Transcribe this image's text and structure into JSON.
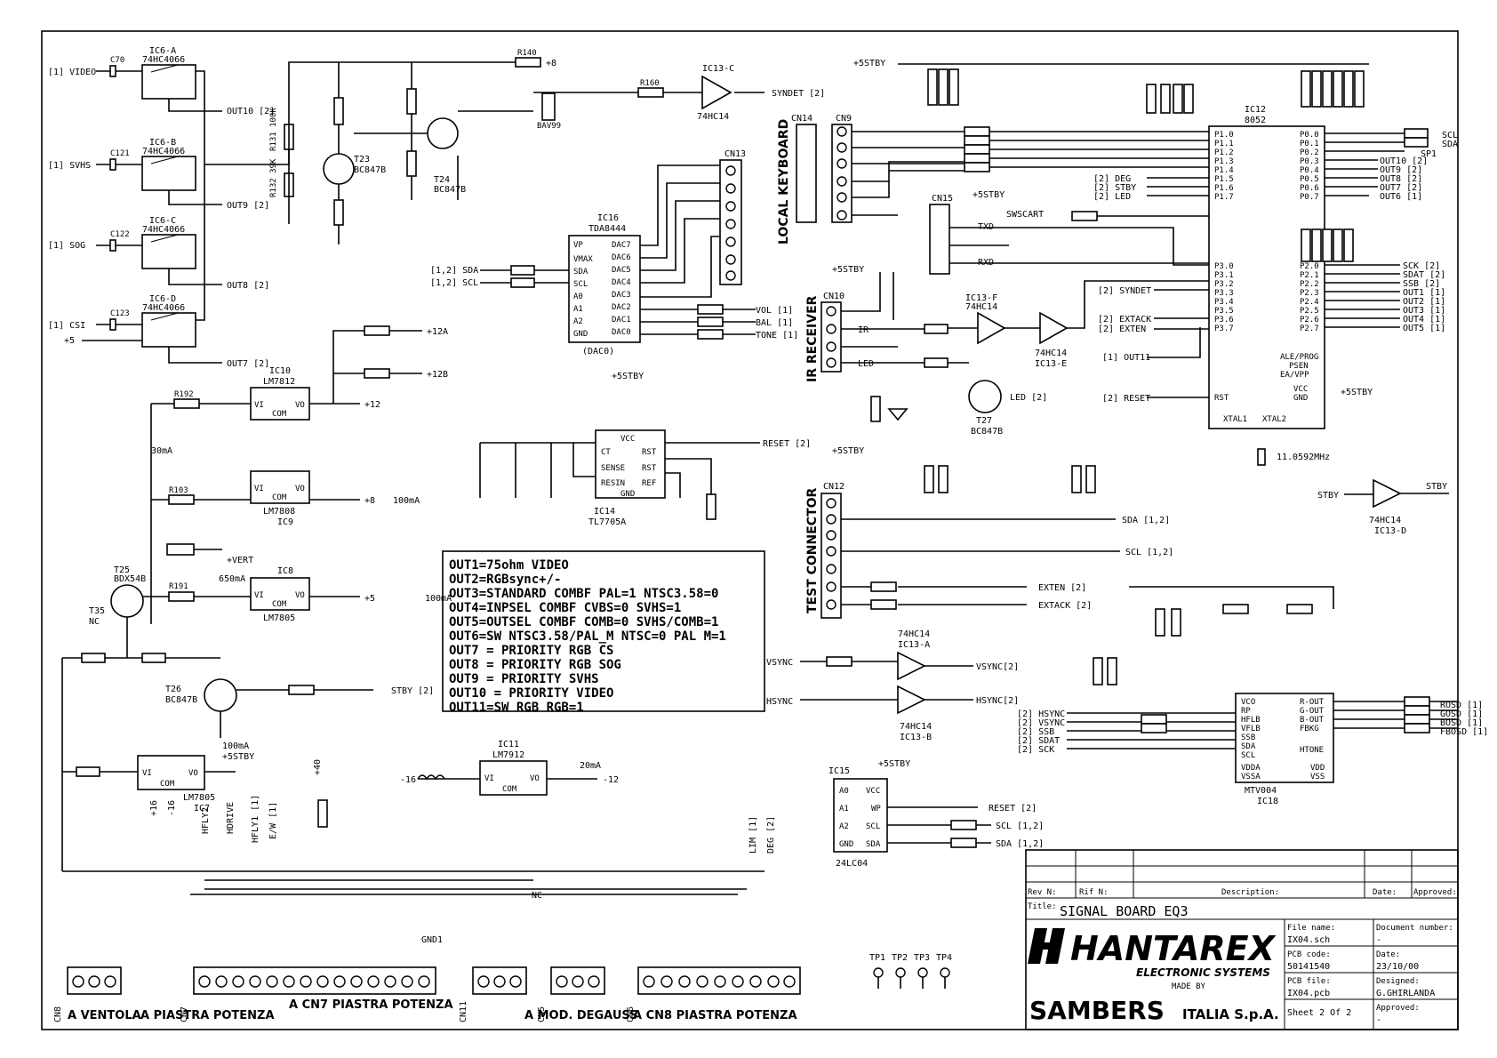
{
  "title_block": {
    "title_label": "Title:",
    "title": "SIGNAL BOARD EQ3",
    "rev_label": "Rev N:",
    "rif_label": "Rif N:",
    "description_label": "Description:",
    "date_label": "Date:",
    "approved_label": "Approved:",
    "file_name_label": "File name:",
    "file_name": "IX04.sch",
    "pcb_code_label": "PCB code:",
    "pcb_code": "50141540",
    "pcb_file_label": "PCB file:",
    "pcb_file": "IX04.pcb",
    "sheet": "Sheet  2  Of  2",
    "document_number_label": "Document number:",
    "document_number": "-",
    "date_label2": "Date:",
    "date": "23/10/00",
    "designed_label": "Designed:",
    "designed": "G.GHIRLANDA",
    "approved_label2": "Approved:",
    "approved": "-",
    "brand": "HANTAREX",
    "brand_sub": "ELECTRONIC SYSTEMS",
    "made_by": "MADE BY",
    "maker": "SAMBERS",
    "maker_sub": "ITALIA S.p.A."
  },
  "notes": [
    "OUT1=75ohm VIDEO",
    "OUT2=RGBsync+/-",
    "OUT3=STANDARD COMBF   PAL=1 NTSC3.58=0",
    "OUT4=INPSEL COMBF   CVBS=0 SVHS=1",
    "OUT5=OUTSEL COMBF COMB=0 SVHS/COMB=1",
    "OUT6=SW NTSC3.58/PAL_M NTSC=0 PAL M=1",
    "OUT7 = PRIORITY RGB CS",
    "OUT8 = PRIORITY RGB SOG",
    "OUT9 = PRIORITY SVHS",
    "OUT10 = PRIORITY VIDEO",
    "OUT11=SW RGB  RGB=1"
  ],
  "connectors": {
    "local_keyboard": "LOCAL KEYBOARD",
    "ir_receiver": "IR RECEIVER",
    "test_connector": "TEST CONNECTOR",
    "cn8": "CN8",
    "cn8_label": "A VENTOLA",
    "cn7": "CN7",
    "cn7_label": "A PIASTRA POTENZA",
    "cn7_sub": "A CN7 PIASTRA POTENZA",
    "cn11": "CN11",
    "cn5": "CN5",
    "cn5_label": "A MOD. DEGAUSS",
    "cn6": "CN6",
    "cn6_label": "A CN8 PIASTRA POTENZA",
    "cn14": "CN14",
    "cn9": "CN9",
    "cn13": "CN13",
    "cn15": "CN15",
    "cn10": "CN10",
    "cn12": "CN12"
  },
  "inputs": {
    "video": "[1] VIDEO",
    "svhs": "[1] SVHS",
    "sog": "[1] SOG",
    "csi": "[1] CSI",
    "plus5": "+5"
  },
  "ic_labels": {
    "ic6a": "IC6-A",
    "ic6b": "IC6-B",
    "ic6c": "IC6-C",
    "ic6d": "IC6-D",
    "hc4066": "74HC4066",
    "ic16": "IC16",
    "tda": "TDA8444",
    "dac0": "(DAC0)",
    "ic13c": "IC13-C",
    "hc14": "74HC14",
    "ic12": "IC12",
    "i8052": "8052",
    "ic10": "IC10",
    "lm7812": "LM7812",
    "ic9": "IC9",
    "lm7808": "LM7808",
    "ic8": "IC8",
    "lm7805": "LM7805",
    "ic14": "IC14",
    "tl7705": "TL7705A",
    "ic7": "IC7",
    "ic11": "IC11",
    "lm7912": "LM7912",
    "ic15": "IC15",
    "eeprom": "24LC04",
    "ic18": "IC18",
    "mtv": "MTV004",
    "ic13a": "IC13-A",
    "ic13b": "IC13-B",
    "ic13d": "IC13-D",
    "ic13e": "IC13-E",
    "ic13f": "IC13-F"
  },
  "signals": {
    "out10": "OUT10 [2]",
    "out9": "OUT9 [2]",
    "out8": "OUT8 [2]",
    "out7": "OUT7 [2]",
    "syndet": "SYNDET [2]",
    "vol": "VOL [1]",
    "bal": "BAL [1]",
    "tone": "TONE [1]",
    "sda12": "[1,2] SDA",
    "scl12": "[1,2] SCL",
    "reset2": "RESET [2]",
    "p12a": "+12A",
    "p12b": "+12B",
    "p12": "+12",
    "p8": "+8",
    "p5": "+5",
    "ma100": "100mA",
    "ma30": "30mA",
    "ma650": "650mA",
    "ma20": "20mA",
    "vert": "+VERT",
    "stby2": "STBY [2]",
    "m12": "-12",
    "m16": "-16",
    "p40": "+40",
    "p5stby": "+5STBY",
    "scl_out": "SCL",
    "sda_out": "SDA",
    "sp1": "SP1",
    "out10b": "OUT10 [2]",
    "out9b": "OUT9 [2]",
    "out8b": "OUT8 [2]",
    "out7b": "OUT7 [2]",
    "out6": "OUT6 [1]",
    "deg": "[2] DEG",
    "stbyb": "[2] STBY",
    "led2": "[2] LED",
    "swscart": "SWSCART",
    "txd": "TXD",
    "rxd": "RXD",
    "syndet2": "[2] SYNDET",
    "extack": "[2] EXTACK",
    "exten": "[2] EXTEN",
    "out11": "[1] OUT11",
    "sck": "SCK [2]",
    "sdat": "SDAT [2]",
    "ssb": "SSB [2]",
    "out1": "OUT1 [1]",
    "out2": "OUT2 [1]",
    "out3": "OUT3 [1]",
    "out4": "OUT4 [1]",
    "out5": "OUT5 [1]",
    "reset_in": "[2] RESET",
    "xtal": "11.0592MHz",
    "ir": "IR",
    "led": "LED",
    "led_out": "LED [2]",
    "sda_tc": "SDA  [1,2]",
    "scl_tc": "SCL  [1,2]",
    "exten_tc": "EXTEN [2]",
    "extack_tc": "EXTACK [2]",
    "vsync_in": "VSYNC",
    "hsync_in": "HSYNC",
    "vsync_out": "VSYNC[2]",
    "hsync_out": "HSYNC[2]",
    "hsync_l": "[2] HSYNC",
    "vsync_l": "[2] VSYNC",
    "ssb_l": "[2] SSB",
    "sdat_l": "[2] SDAT",
    "sck_l": "[2] SCK",
    "rosd": "ROSD [1]",
    "gosd": "GOSD [1]",
    "bosd": "BOSD [1]",
    "fbosd": "FBOSD [1]",
    "reset_ee": "RESET [2]",
    "scl_ee": "SCL [1,2]",
    "sda_ee": "SDA [1,2]",
    "stby_in": "STBY",
    "stby_out": "STBY",
    "hfly2": "HFLY2",
    "hdrive": "HDRIVE",
    "hfly1": "HFLY1 [1]",
    "ew": "E/W [1]",
    "lim": "LIM [1]",
    "deg_b": "DEG [2]",
    "nc": "NC",
    "gnd1": "GND1"
  },
  "test_points": [
    "TP1",
    "TP2",
    "TP3",
    "TP4"
  ]
}
